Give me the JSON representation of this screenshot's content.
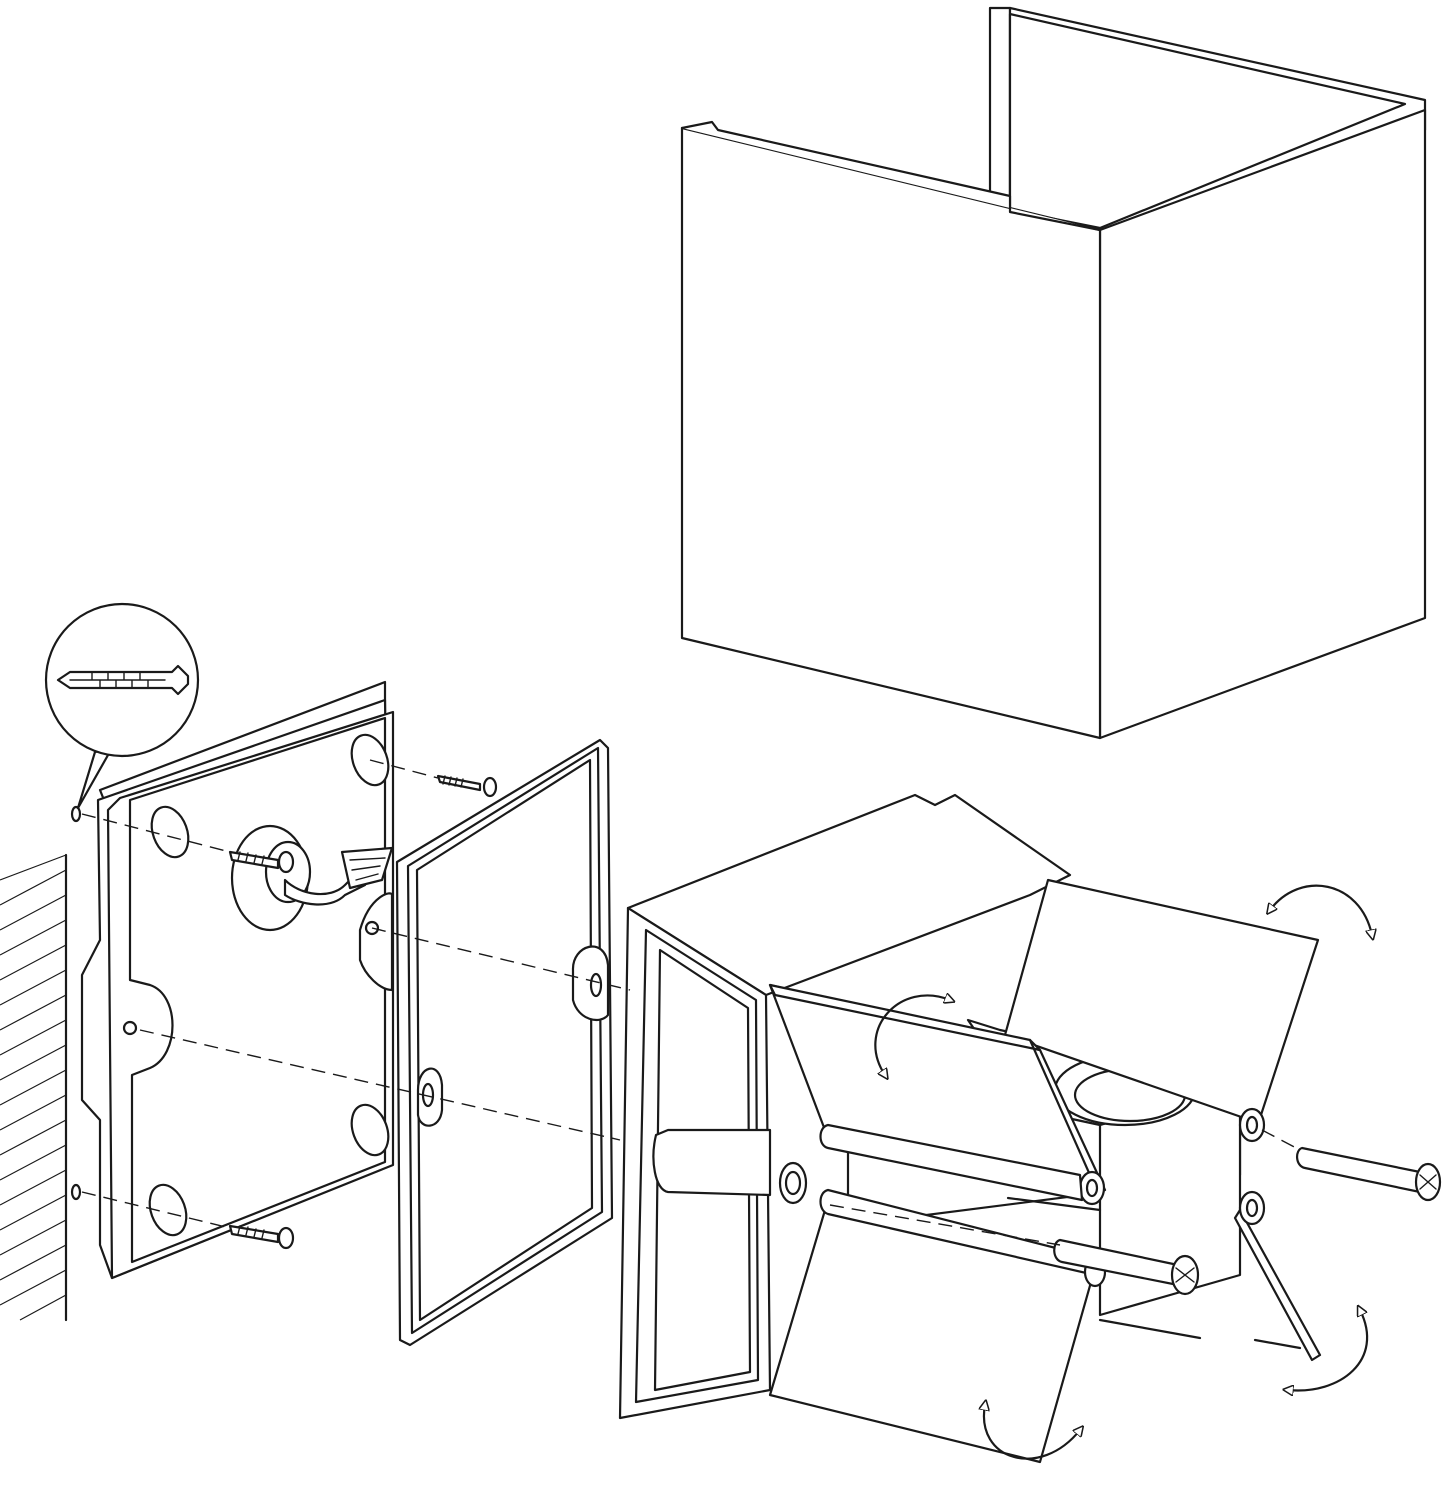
{
  "colors": {
    "line": "#1a1a1a",
    "background": "#ffffff"
  },
  "parts": [
    {
      "id": "wall",
      "icon": "hatched-wall-icon"
    },
    {
      "id": "wall-plug-detail",
      "icon": "wall-plug-icon"
    },
    {
      "id": "mounting-plate",
      "icon": "mounting-plate-icon"
    },
    {
      "id": "gasket-frame",
      "icon": "gasket-frame-icon"
    },
    {
      "id": "lamp-body",
      "icon": "lamp-body-icon"
    },
    {
      "id": "cover-shade",
      "icon": "cube-shade-icon"
    },
    {
      "id": "adjustable-flaps",
      "icon": "flap-icon"
    },
    {
      "id": "screws",
      "icon": "screw-icon"
    },
    {
      "id": "rotation-arrows",
      "icon": "curved-double-arrow-icon"
    }
  ]
}
